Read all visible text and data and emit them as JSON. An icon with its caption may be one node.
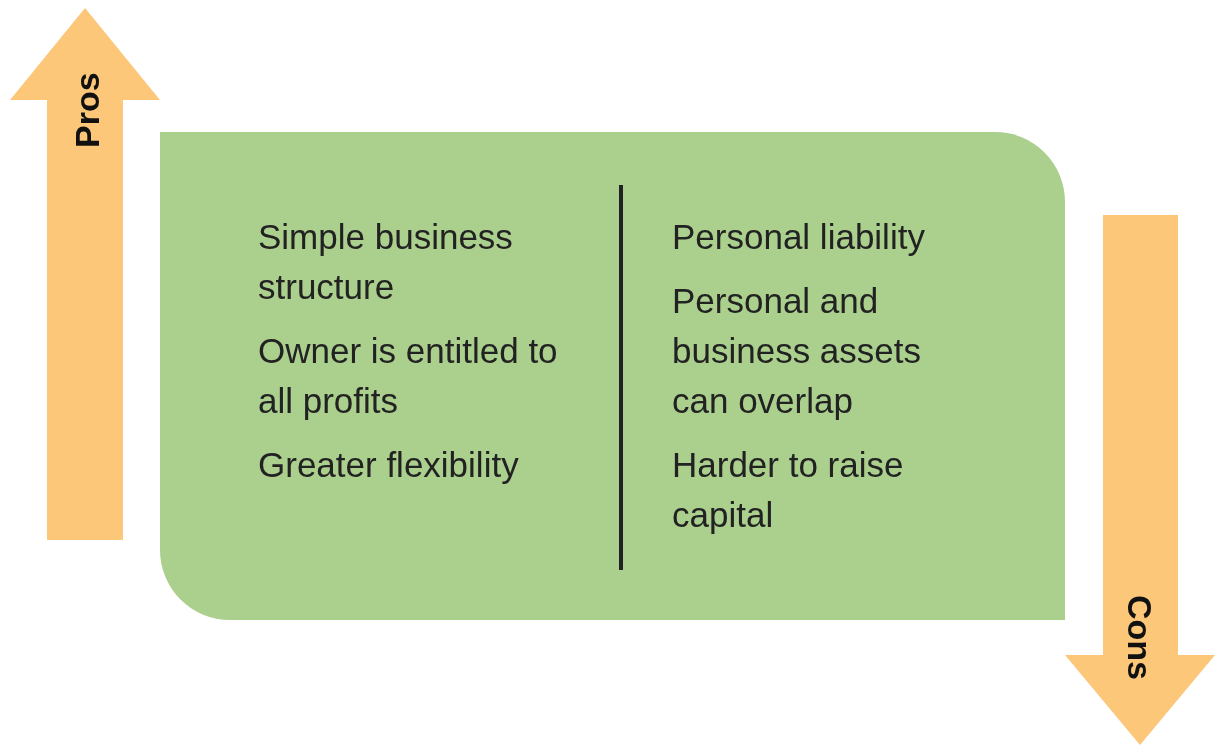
{
  "diagram": {
    "nodes": [
      {
        "text": [
          "Pros"
        ]
      },
      {
        "text": [],
        "shape": "box"
      },
      {
        "text": [
          "Simple business structure",
          "Owner is entitled to all profits",
          "Greater flexibility"
        ],
        "in": 1
      },
      {
        "text": [
          "Personal liability",
          "Personal and business assets can overlap",
          "Harder to raise capital"
        ],
        "in": 1
      },
      {
        "text": [
          "Cons"
        ]
      }
    ]
  }
}
